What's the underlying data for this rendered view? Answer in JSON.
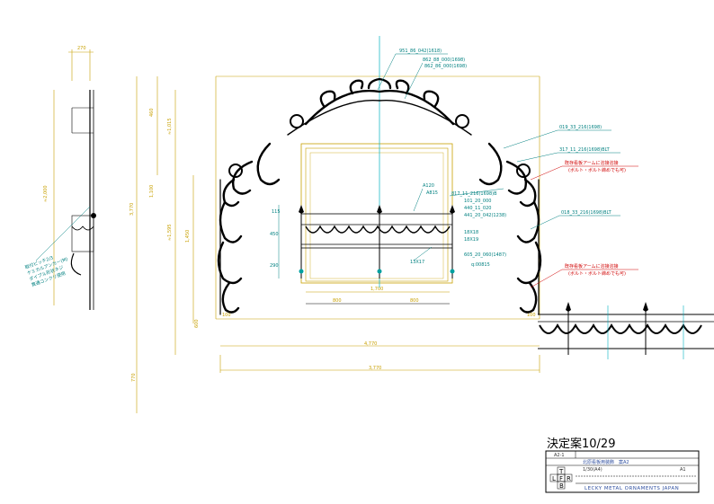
{
  "stamp": {
    "title": "決定案10/29"
  },
  "title_block": {
    "drawing_no": "A2-1",
    "project": "北原看板用装飾　案A2",
    "scale_date": "1/30(A4)",
    "page": "A1",
    "company": "LECKY METAL ORNAMENTS JAPAN",
    "grid_letters": [
      "T",
      "L",
      "F",
      "R",
      "B"
    ]
  },
  "side_view": {
    "width_dim": "270",
    "height_dim": "≈2,000",
    "note_lines": [
      "取付ピッチ2/3",
      "ケミカルアンカー(M)",
      "ダイプル形状ネジ",
      "貫通コンクリ使用"
    ]
  },
  "front_view": {
    "overall_width": "4,770",
    "inner_width": "4,770",
    "bottom_width": "3,770",
    "window_width": "1,700",
    "window_halves": [
      "800",
      "800"
    ],
    "left_offset": "100",
    "right_offset": "100",
    "vertical_dims": [
      "460",
      "≈1,015",
      "1,100",
      "≈1,595",
      "3,770",
      "1,450",
      "600",
      "770"
    ],
    "railing_dims": [
      "115",
      "450",
      "290"
    ],
    "callouts": [
      "951_86_042(1618)",
      "862_88_000(1698)",
      "862_86_000(1698)",
      "019_33_216(1698)",
      "317_11_216(1698)BLT",
      "817_11_216(1698)B",
      "018_33_216(1698)BLT",
      "A120",
      "A815",
      "101_20_000",
      "440_11_020",
      "441_20_042(1238)",
      "18X18",
      "18X19",
      "605_20_060(1487)",
      "q:00815",
      "13X17"
    ],
    "red_notes": [
      "既存看板アームに溶接溶接",
      "(ボルト・ボルト締めでも可)",
      "既存看板アームに溶接溶接",
      "(ボルト・ボルト締めでも可)"
    ]
  }
}
